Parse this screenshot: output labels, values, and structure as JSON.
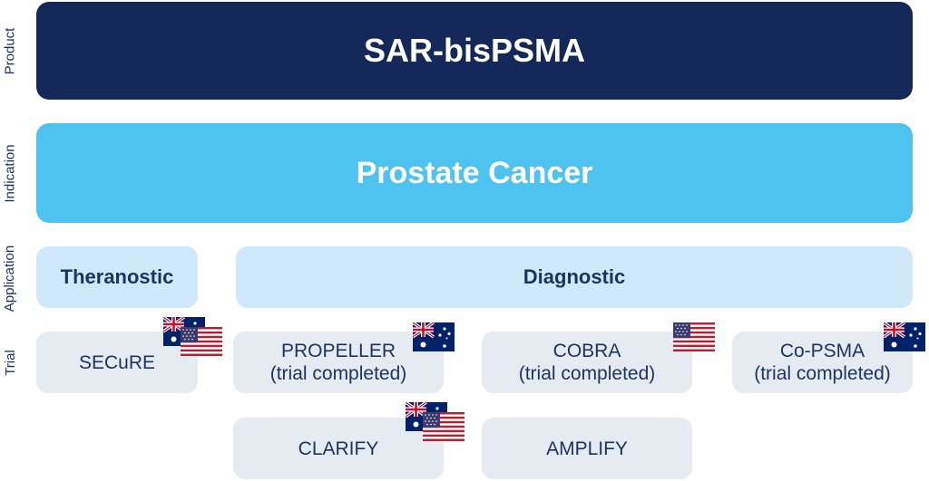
{
  "side_labels": {
    "product": "Product",
    "indication": "Indication",
    "application": "Application",
    "trial": "Trial"
  },
  "product": {
    "name": "SAR-bisPSMA",
    "color": "#14295a"
  },
  "indication": {
    "name": "Prostate Cancer",
    "color": "#4fc3ef"
  },
  "applications": [
    {
      "label": "Theranostic"
    },
    {
      "label": "Diagnostic"
    }
  ],
  "trials": [
    {
      "name": "SECuRE",
      "status": "",
      "flags": [
        "australia-flag",
        "usa-flag"
      ]
    },
    {
      "name": "PROPELLER",
      "status": "(trial completed)",
      "flags": [
        "australia-flag"
      ]
    },
    {
      "name": "COBRA",
      "status": "(trial completed)",
      "flags": [
        "usa-flag"
      ]
    },
    {
      "name": "Co-PSMA",
      "status": "(trial completed)",
      "flags": [
        "australia-flag"
      ]
    },
    {
      "name": "CLARIFY",
      "status": "",
      "flags": [
        "australia-flag",
        "usa-flag"
      ]
    },
    {
      "name": "AMPLIFY",
      "status": "",
      "flags": []
    }
  ],
  "colors": {
    "navy": "#14295a",
    "cyan": "#4fc3ef",
    "light_blue": "#cfe9fa",
    "grey": "#e6ebf1",
    "text_dark": "#1c3461"
  }
}
